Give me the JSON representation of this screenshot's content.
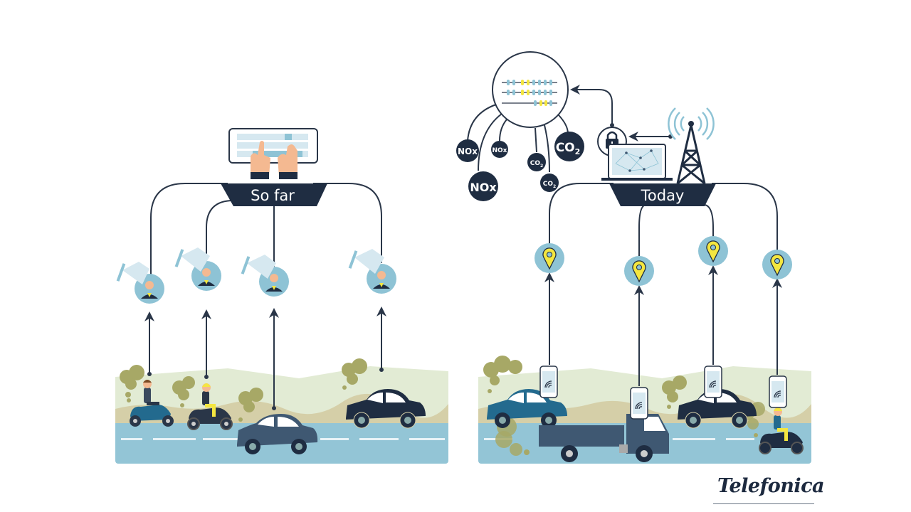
{
  "colors": {
    "navy": "#1f2d42",
    "line": "#2a3648",
    "light_blue": "#8ec3d5",
    "pale_blue": "#d6e8f0",
    "road": "#93c5d6",
    "hill_light": "#e2ebd4",
    "hill_sand": "#d5cfa8",
    "smoke": "#a7a866",
    "yellow": "#f4e640",
    "skin": "#f4b991"
  },
  "left_panel": {
    "label": "So far",
    "source_icon": "hands-typing-keyboard-icon",
    "nodes": [
      {
        "name": "inspector-report-1",
        "icon": "manual-report-icon",
        "vehicle": "scooter-blue"
      },
      {
        "name": "inspector-report-2",
        "icon": "manual-report-icon",
        "vehicle": "scooter-navy"
      },
      {
        "name": "inspector-report-3",
        "icon": "manual-report-icon",
        "vehicle": "car-grey-blue"
      },
      {
        "name": "inspector-report-4",
        "icon": "manual-report-icon",
        "vehicle": "car-navy"
      }
    ]
  },
  "right_panel": {
    "label": "Today",
    "source_icons": [
      "data-analytics-icon",
      "lock-icon",
      "laptop-network-icon",
      "cell-tower-icon"
    ],
    "gas_bubbles": [
      {
        "formula": "NOx",
        "sub": ""
      },
      {
        "formula": "NOx",
        "sub": ""
      },
      {
        "formula": "NOx",
        "sub": ""
      },
      {
        "formula": "CO",
        "sub": "2"
      },
      {
        "formula": "CO",
        "sub": "2"
      },
      {
        "formula": "CO",
        "sub": "2"
      }
    ],
    "nodes": [
      {
        "name": "location-pin-1",
        "icon": "map-pin-icon",
        "vehicle": "car-blue"
      },
      {
        "name": "location-pin-2",
        "icon": "map-pin-icon",
        "vehicle": "truck"
      },
      {
        "name": "location-pin-3",
        "icon": "map-pin-icon",
        "vehicle": "car-navy"
      },
      {
        "name": "location-pin-4",
        "icon": "map-pin-icon",
        "vehicle": "scooter-navy"
      }
    ]
  },
  "brand": {
    "logo_text": "Telefonica"
  }
}
